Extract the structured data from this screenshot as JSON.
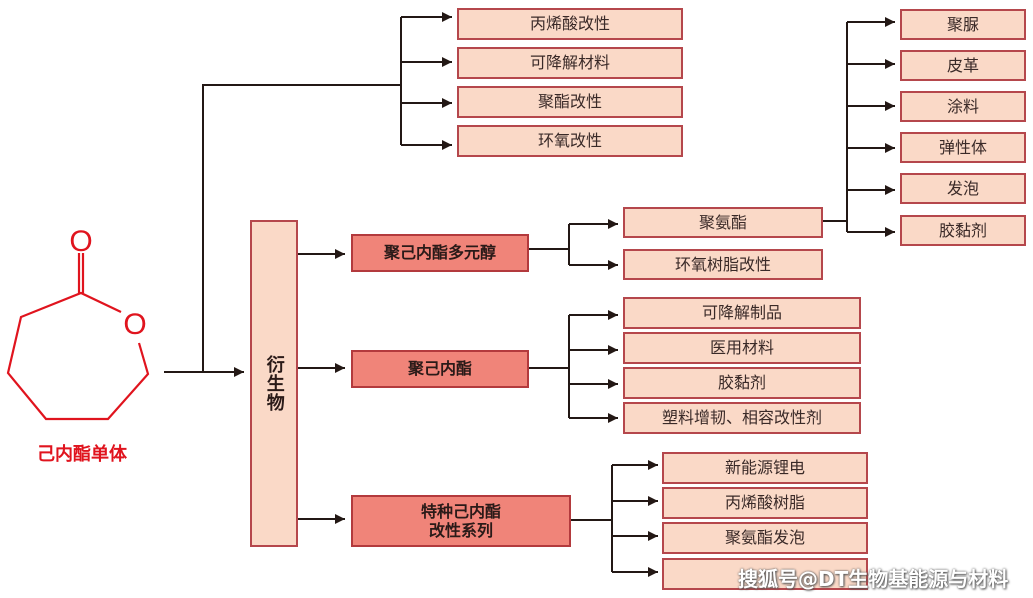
{
  "monomer": {
    "label": "己内酯单体",
    "atoms": {
      "carbonyl_oxygen": "O",
      "ring_oxygen": "O"
    },
    "color": "#e0141e"
  },
  "derivatives": {
    "label": "衍生物"
  },
  "top_branch": {
    "items": [
      "丙烯酸改性",
      "可降解材料",
      "聚酯改性",
      "环氧改性"
    ]
  },
  "groups": [
    {
      "label": "聚己内酯多元醇",
      "children": [
        {
          "label": "聚氨酯",
          "children": [
            "聚脲",
            "皮革",
            "涂料",
            "弹性体",
            "发泡",
            "胶黏剂"
          ]
        },
        {
          "label": "环氧树脂改性",
          "children": []
        }
      ]
    },
    {
      "label": "聚己内酯",
      "children": [
        {
          "label": "可降解制品"
        },
        {
          "label": "医用材料"
        },
        {
          "label": "胶黏剂"
        },
        {
          "label": "塑料增韧、相容改性剂"
        }
      ]
    },
    {
      "label": "特种己内酯\n改性系列",
      "label_lines": [
        "特种己内酯",
        "改性系列"
      ],
      "children": [
        {
          "label": "新能源锂电"
        },
        {
          "label": "丙烯酸树脂"
        },
        {
          "label": "聚氨酯发泡"
        },
        {
          "label": ""
        }
      ]
    }
  ],
  "colors": {
    "leaf_fill": "#fad9c7",
    "leaf_border": "#b5474c",
    "mid_fill": "#f08479",
    "line": "#231815"
  },
  "watermark": "搜狐号@DT生物基能源与材料"
}
